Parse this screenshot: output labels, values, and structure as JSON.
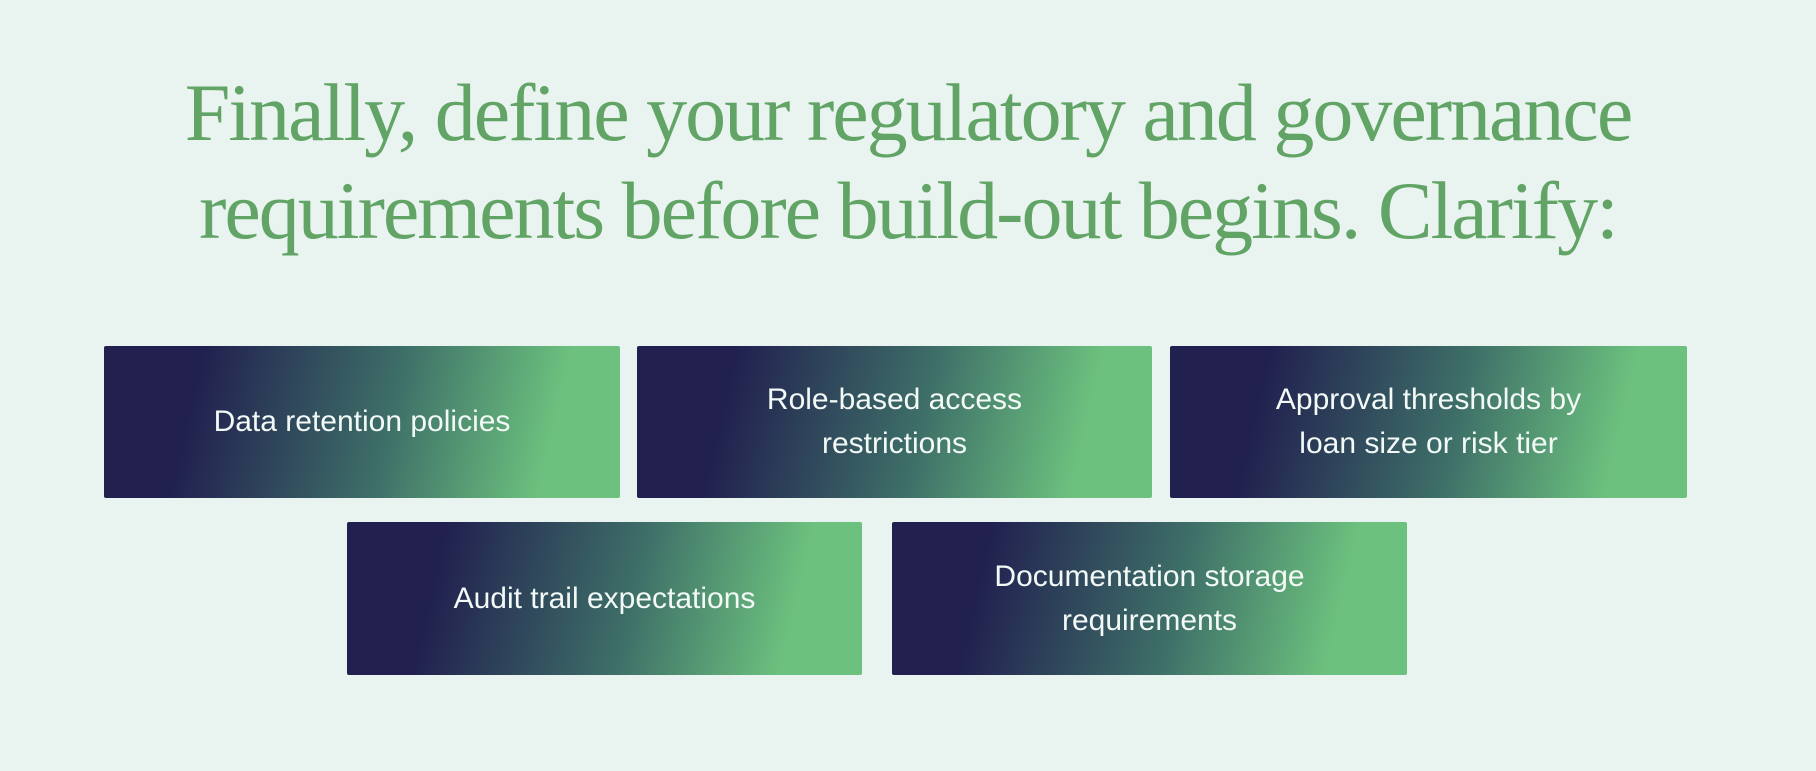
{
  "heading": {
    "line1": "Finally, define your regulatory and governance",
    "line2": "requirements before build-out begins. Clarify:"
  },
  "boxes": [
    {
      "label": "Data retention policies"
    },
    {
      "label": "Role-based access restrictions"
    },
    {
      "label": "Approval thresholds by loan size or risk tier"
    },
    {
      "label": "Audit trail expectations"
    },
    {
      "label": "Documentation storage requirements"
    }
  ],
  "colors": {
    "background": "#e9f4f1",
    "heading_text": "#61a465",
    "box_gradient_start": "#21204f",
    "box_gradient_mid": "#3e6f68",
    "box_gradient_end": "#6cc17e",
    "box_text": "#f2f9f6"
  }
}
